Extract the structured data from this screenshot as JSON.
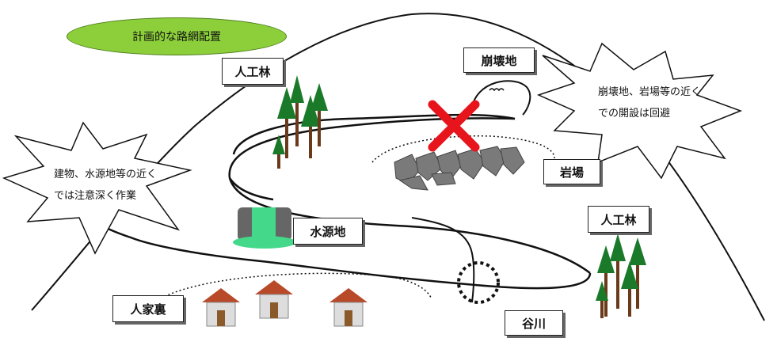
{
  "title": "計画的な路網配置",
  "labels": {
    "forest_top": "人工林",
    "collapse": "崩壊地",
    "rock": "岩場",
    "water_source": "水源地",
    "forest_right": "人工林",
    "house_back": "人家裏",
    "valley": "谷川"
  },
  "callouts": {
    "left": [
      "建物、水源地等の近く",
      "では注意深く作業"
    ],
    "right": [
      "崩壊地、岩場等の近く",
      "での開設は回避"
    ]
  },
  "colors": {
    "title_fill": "#8ccf3a",
    "avoid_mark": "#e8141c",
    "rock": "#7a7a7a",
    "tree": "#1a7a2a",
    "waterfall": "#44d98a",
    "roof": "#b84a2a"
  }
}
